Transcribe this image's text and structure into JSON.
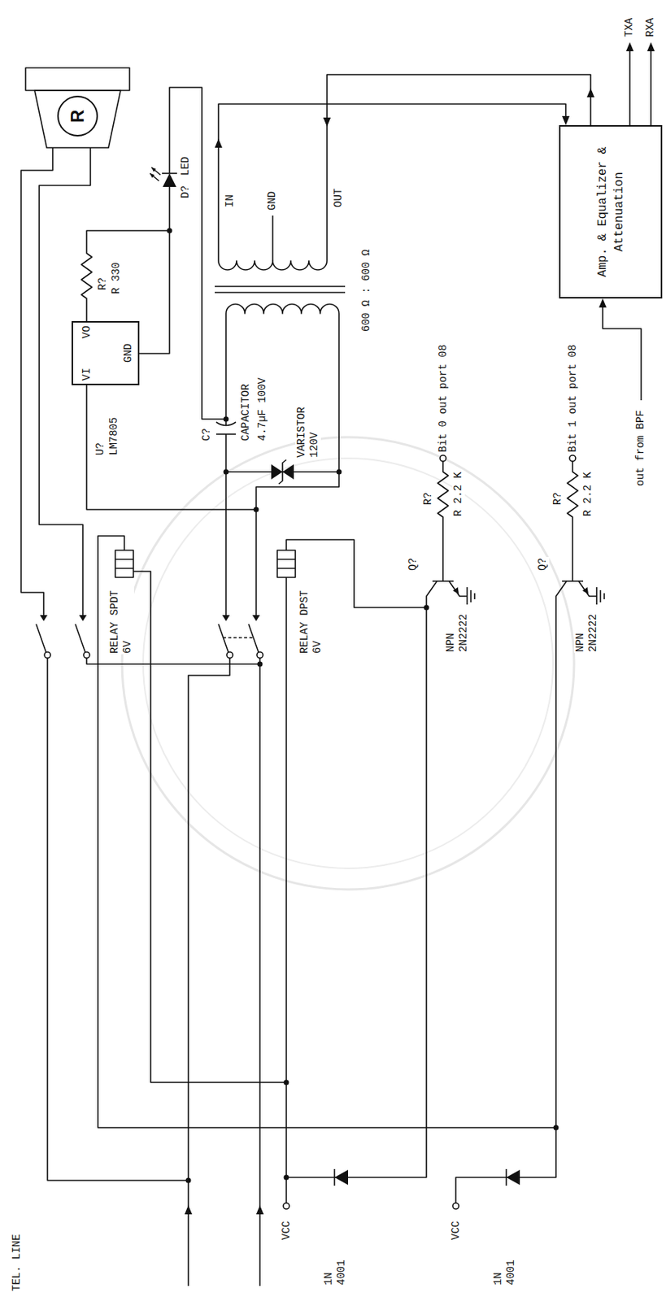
{
  "diagram": {
    "nodes": [
      {
        "text": [
          "R"
        ]
      },
      {
        "text": [
          "U?",
          "LM7805",
          "VI",
          "GND",
          "VO"
        ]
      },
      {
        "text": [
          "Amp. & Equalizer & Attenuation"
        ]
      }
    ],
    "labels": [
      "TEL. LINE",
      "VCC",
      "1N 4001",
      "VCC",
      "1N 4001",
      "RELAY SPDT 6V",
      "RELAY DPST 6V",
      "Q?",
      "NPN 2N2222",
      "R?",
      "R 2.2 K",
      "Bit 0 out port 08",
      "Q?",
      "NPN 2N2222",
      "R?",
      "R 2.2 K",
      "Bit 1 out port 08",
      "VARISTOR 120V",
      "C?",
      "CAPACITOR",
      "4.7µF 100V",
      "R?",
      "R 330",
      "D?",
      "LED",
      "IN",
      "GND",
      "OUT",
      "600 Ω : 600 Ω",
      "out from BPF",
      "TXA",
      "RXA"
    ]
  }
}
